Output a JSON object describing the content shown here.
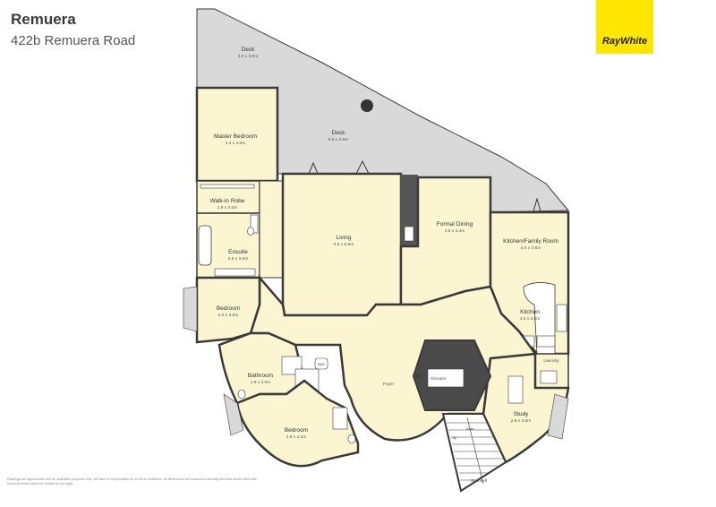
{
  "header": {
    "title": "Remuera",
    "address": "422b Remuera Road"
  },
  "logo": {
    "text": "RayWhite",
    "color": "#ffe600"
  },
  "colors": {
    "room_fill": "#fbf6d1",
    "deck_fill": "#d9d9d9",
    "wall": "#3a3a3a",
    "stair_fill": "#ffffff"
  },
  "rooms": [
    {
      "id": "deck-top",
      "name": "Deck",
      "dims": "3.0 x 3.6m"
    },
    {
      "id": "deck-main",
      "name": "Deck",
      "dims": "8.5 x 3.6m"
    },
    {
      "id": "master-bedroom",
      "name": "Master Bedroom",
      "dims": "4.4 x 4.0m"
    },
    {
      "id": "walk-in-robe",
      "name": "Walk-in Robe",
      "dims": "1.8 x 3.0m"
    },
    {
      "id": "ensuite",
      "name": "Ensuite",
      "dims": "2.8 x 3.0m"
    },
    {
      "id": "living",
      "name": "Living",
      "dims": "6.6 x 5.6m"
    },
    {
      "id": "formal-dining",
      "name": "Formal Dining",
      "dims": "4.6 x 3.4m"
    },
    {
      "id": "kitchen-family",
      "name": "Kitchen/Family Room",
      "dims": "5.6 x 3.6m"
    },
    {
      "id": "bedroom-1",
      "name": "Bedroom",
      "dims": "3.0 x 3.0m"
    },
    {
      "id": "kitchen",
      "name": "Kitchen",
      "dims": "4.5 x 3.6m"
    },
    {
      "id": "bathroom",
      "name": "Bathroom",
      "dims": "1.8 x 3.0m"
    },
    {
      "id": "bedroom-2",
      "name": "Bedroom",
      "dims": "3.8 x 4.2m"
    },
    {
      "id": "study",
      "name": "Study",
      "dims": "2.8 x 3.8m"
    }
  ],
  "labels": {
    "foyer": "Foyer",
    "elevator": "Elevator",
    "laundry": "Laundry",
    "stairwell": "Stairwell",
    "hwc": "HWC",
    "up": "Up",
    "down": "Down"
  },
  "disclaimer": "Drawings are approximate and for illustrative purposes only. We take no responsibility for errors or omissions. All dimensions are measured internally and floor areas reflect this. Measurements should be verified by the buyer."
}
